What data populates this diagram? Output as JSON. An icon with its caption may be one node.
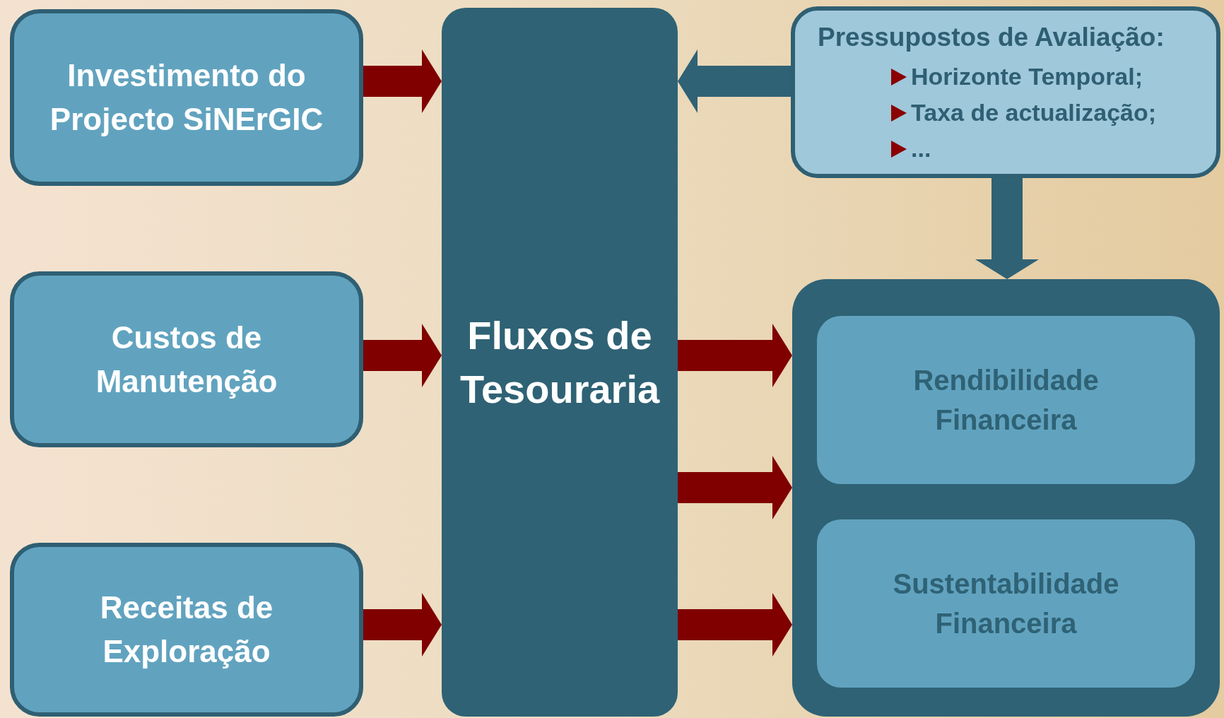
{
  "diagram": {
    "nodes": [
      {
        "text": [
          "Investimento do Projecto SiNErGIC"
        ]
      },
      {
        "text": [
          "Custos de Manutenção"
        ]
      },
      {
        "text": [
          "Receitas de Exploração"
        ]
      },
      {
        "text": [
          "Fluxos de Tesouraria"
        ]
      },
      {
        "text": [
          "Pressupostos de Avaliação:",
          "Horizonte Temporal;",
          "Taxa de actualização;",
          "..."
        ]
      },
      {
        "text": [],
        "shape": "box"
      },
      {
        "text": [
          "Rendibilidade Financeira"
        ],
        "in": 5
      },
      {
        "text": [
          "Sustentabilidade Financeira"
        ],
        "in": 5
      }
    ],
    "edges": [
      {
        "from": 0,
        "to": 3,
        "arrow": "to"
      },
      {
        "from": 1,
        "to": 3,
        "arrow": "to"
      },
      {
        "from": 2,
        "to": 3,
        "arrow": "to"
      },
      {
        "from": 4,
        "to": 3,
        "arrow": "to",
        "color": "#2f6275"
      },
      {
        "from": 4,
        "to": 5,
        "arrow": "to",
        "color": "#2f6275"
      },
      {
        "from": 3,
        "to": 5,
        "arrow": "to"
      },
      {
        "from": 3,
        "to": 5,
        "arrow": "to"
      },
      {
        "from": 3,
        "to": 5,
        "arrow": "to"
      }
    ]
  }
}
